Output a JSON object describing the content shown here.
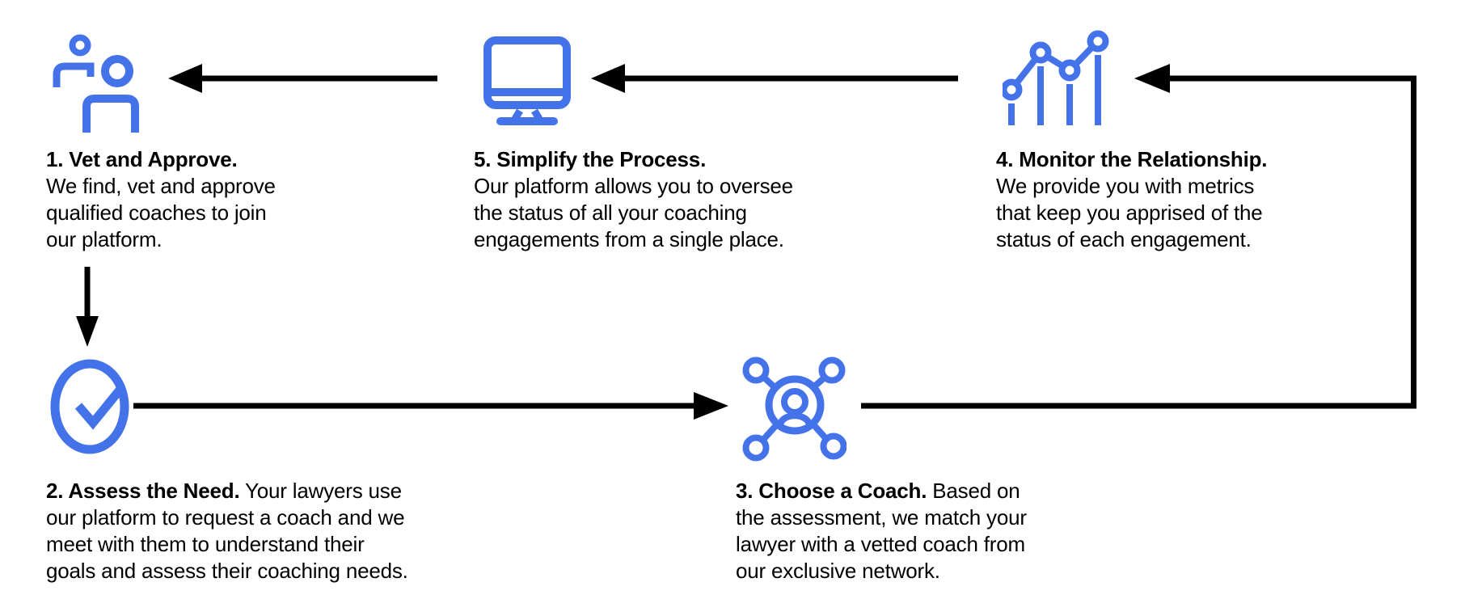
{
  "diagram": {
    "name": "coaching-platform-process-flow",
    "colors": {
      "accent": "#4472e8",
      "ink": "#000000",
      "background": "#ffffff"
    },
    "steps": [
      {
        "number": "1",
        "icon": "two-people-icon",
        "title": "1. Vet and Approve.",
        "body": "We find, vet and approve\nqualified coaches to join\nour platform."
      },
      {
        "number": "2",
        "icon": "check-circle-icon",
        "title": "2. Assess the Need.",
        "body": " Your lawyers use\nour platform to request a coach and we\nmeet with them to understand their\ngoals and assess their coaching needs."
      },
      {
        "number": "3",
        "icon": "person-network-icon",
        "title": "3. Choose a Coach.",
        "body": " Based on\nthe assessment, we match your\nlawyer with a vetted coach from\nour exclusive network."
      },
      {
        "number": "4",
        "icon": "metrics-chart-icon",
        "title": "4. Monitor the Relationship.",
        "body": "We provide you with metrics\nthat keep you apprised of the\nstatus of each engagement."
      },
      {
        "number": "5",
        "icon": "monitor-icon",
        "title": "5. Simplify the Process.",
        "body": "Our platform allows you to oversee\nthe status of all your coaching\nengagements from a single place."
      }
    ],
    "flow": [
      "step-1-to-step-2",
      "step-2-to-step-3",
      "step-3-to-step-4",
      "step-4-to-step-5",
      "step-5-to-step-1"
    ]
  }
}
